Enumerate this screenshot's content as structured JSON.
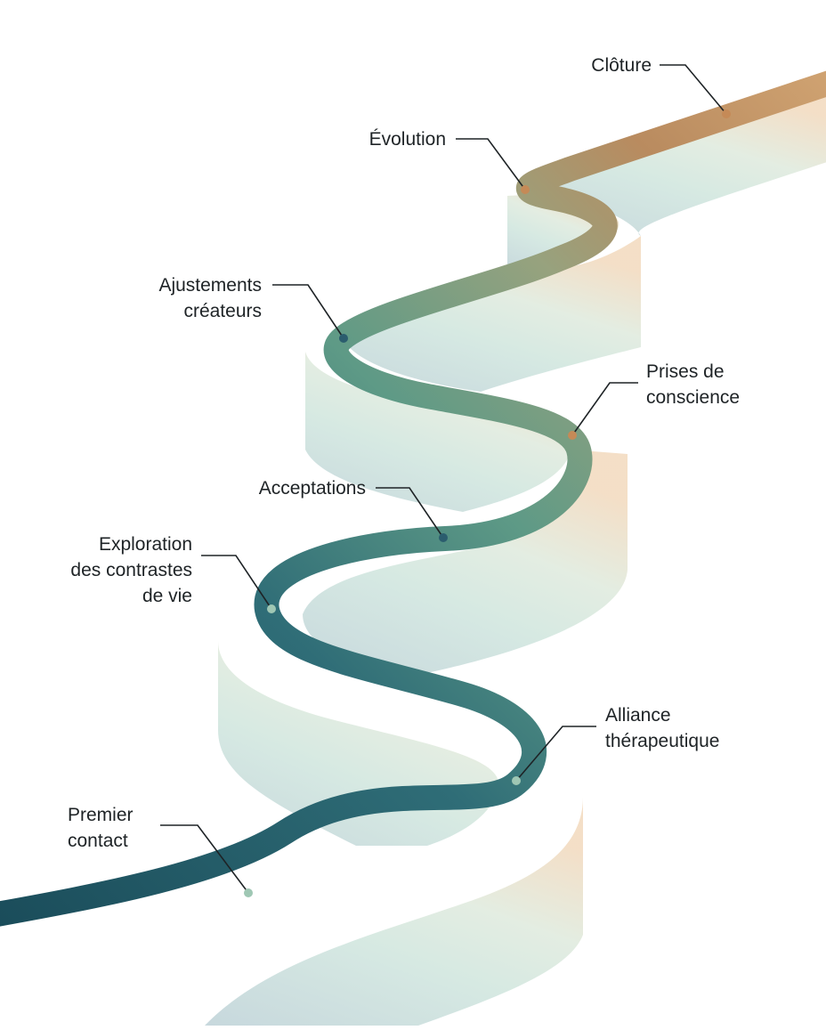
{
  "diagram": {
    "stages": [
      {
        "id": "premier-contact",
        "lines": [
          "Premier",
          "contact"
        ],
        "color": "#1f5462"
      },
      {
        "id": "alliance-therapeutique",
        "lines": [
          "Alliance",
          "thérapeutique"
        ],
        "color": "#2c6775"
      },
      {
        "id": "exploration-contrastes",
        "lines": [
          "Exploration",
          "des contrastes",
          "de vie"
        ],
        "color": "#3f7d7e"
      },
      {
        "id": "acceptations",
        "lines": [
          "Acceptations"
        ],
        "color": "#4d8683"
      },
      {
        "id": "prises-de-conscience",
        "lines": [
          "Prises de",
          "conscience"
        ],
        "color": "#6c9886"
      },
      {
        "id": "ajustements-createurs",
        "lines": [
          "Ajustements",
          "créateurs"
        ],
        "color": "#8b9b7b"
      },
      {
        "id": "evolution",
        "lines": [
          "Évolution"
        ],
        "color": "#b0875a"
      },
      {
        "id": "cloture",
        "lines": [
          "Clôture"
        ],
        "color": "#c8935d"
      }
    ],
    "colors": {
      "ribbon_start": "#1a4c5a",
      "ribbon_mid": "#5e9a86",
      "ribbon_end": "#c99b6c",
      "wall_start": "#c4d6db",
      "wall_mid": "#d6eae2",
      "wall_end": "#f1dbc3",
      "dot_teal": "#9fc7b4",
      "dot_blue": "#2b5d6e",
      "dot_tan": "#c58a57",
      "leader": "#1e2326"
    }
  }
}
